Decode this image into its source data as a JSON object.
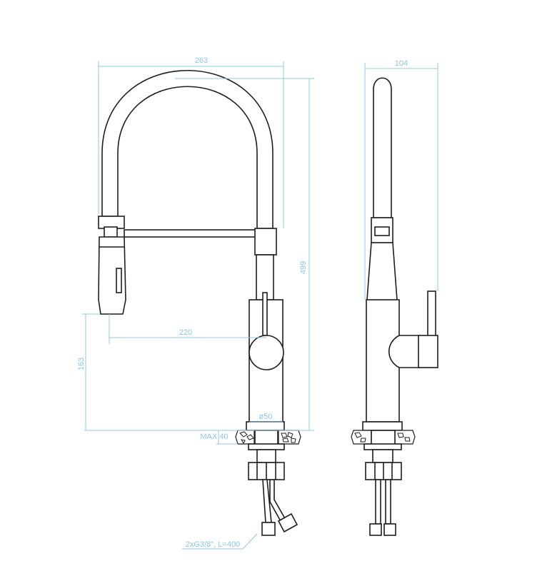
{
  "dimensions": {
    "overall_width": "263",
    "side_depth": "104",
    "overall_height": "499",
    "spout_reach": "220",
    "spout_height": "163",
    "base_diameter": "ø50",
    "max_counter_thickness": "MAX 40",
    "connection_hoses": "2xG3/8\", L=400"
  },
  "colors": {
    "dimension": "#8cc8e6",
    "outline": "#1e1e1e"
  }
}
